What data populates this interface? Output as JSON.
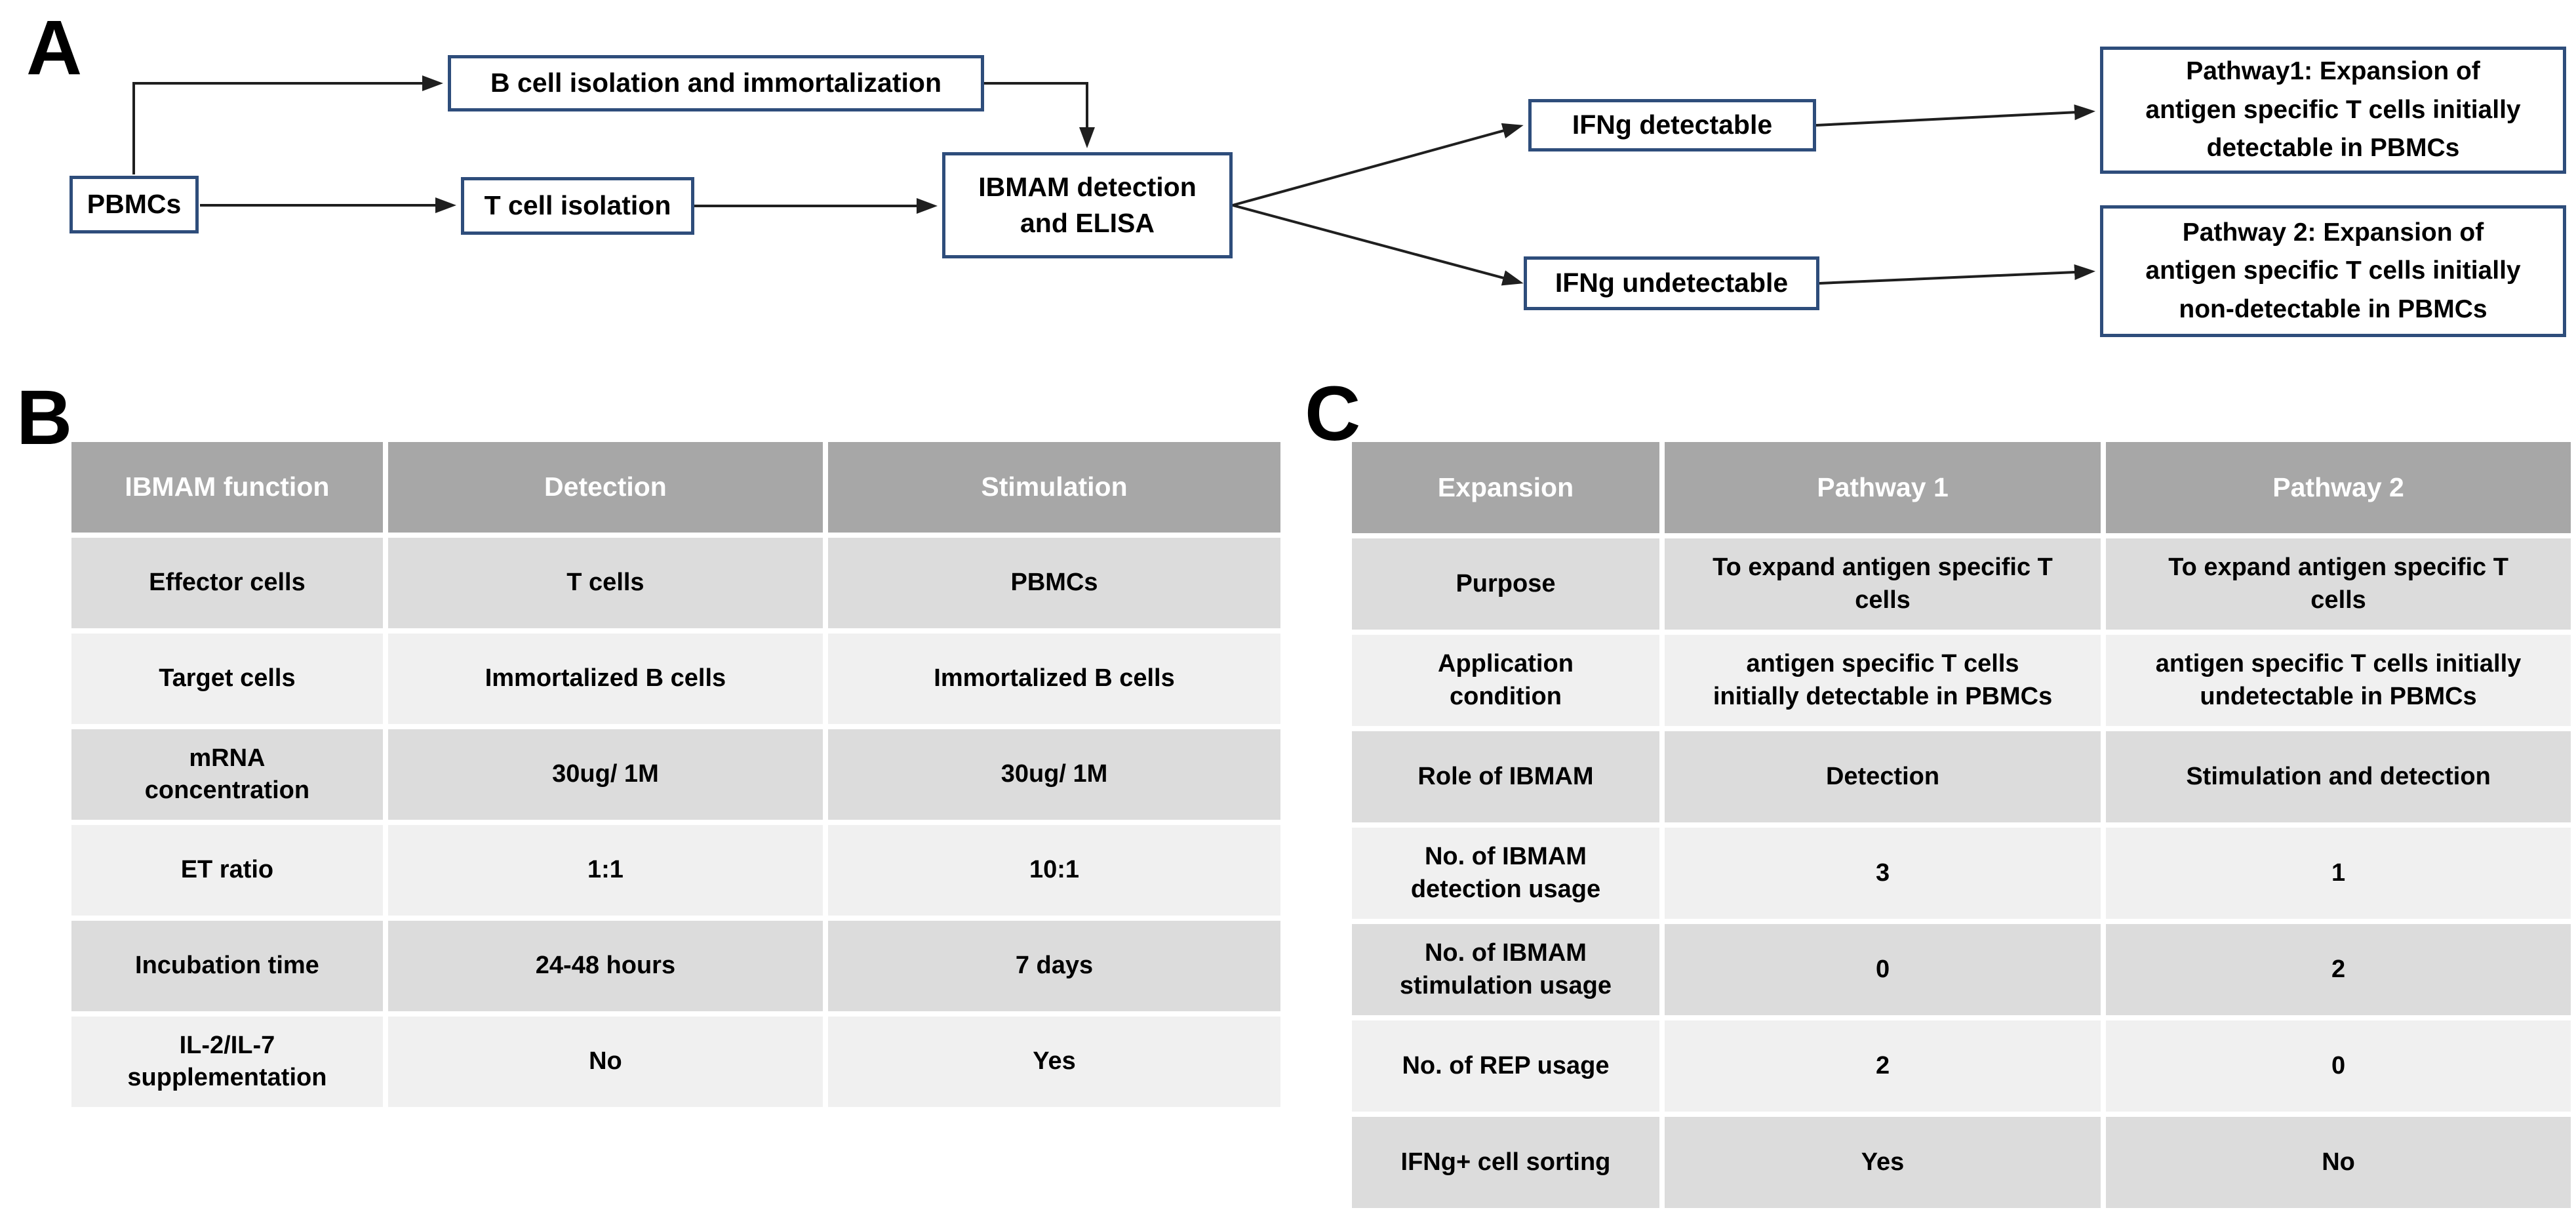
{
  "colors": {
    "header_bg": "#a7a7a7",
    "row_dark": "#dcdcdc",
    "row_light": "#f0f0f0",
    "box_border": "#2e4d7b",
    "arrow": "#1f1f1f"
  },
  "panel_a": {
    "label": "A",
    "nodes": {
      "pbmcs": "PBMCs",
      "b_cell": "B cell isolation and immortalization",
      "t_cell": "T cell isolation",
      "ibmam": "IBMAM detection\nand ELISA",
      "ifng_detectable": "IFNg detectable",
      "ifng_undetectable": "IFNg undetectable",
      "pathway1": "Pathway1: Expansion of\nantigen specific T cells initially\ndetectable in PBMCs",
      "pathway2": "Pathway 2: Expansion of\nantigen specific T cells initially\nnon-detectable in PBMCs"
    }
  },
  "panel_b": {
    "label": "B",
    "table": {
      "headers": [
        "IBMAM function",
        "Detection",
        "Stimulation"
      ],
      "rows": [
        [
          "Effector cells",
          "T cells",
          "PBMCs"
        ],
        [
          "Target cells",
          "Immortalized B cells",
          "Immortalized B cells"
        ],
        [
          "mRNA\nconcentration",
          "30ug/ 1M",
          "30ug/ 1M"
        ],
        [
          "ET ratio",
          "1:1",
          "10:1"
        ],
        [
          "Incubation time",
          "24-48 hours",
          "7 days"
        ],
        [
          "IL-2/IL-7\nsupplementation",
          "No",
          "Yes"
        ]
      ]
    }
  },
  "panel_c": {
    "label": "C",
    "table": {
      "headers": [
        "Expansion",
        "Pathway 1",
        "Pathway 2"
      ],
      "rows": [
        [
          "Purpose",
          "To expand antigen specific T\ncells",
          "To expand antigen specific T\ncells"
        ],
        [
          "Application\ncondition",
          "antigen specific T cells\ninitially detectable in PBMCs",
          "antigen specific T cells initially\nundetectable in PBMCs"
        ],
        [
          "Role of IBMAM",
          "Detection",
          "Stimulation and detection"
        ],
        [
          "No. of IBMAM\ndetection usage",
          "3",
          "1"
        ],
        [
          "No. of IBMAM\nstimulation usage",
          "0",
          "2"
        ],
        [
          "No. of REP usage",
          "2",
          "0"
        ],
        [
          "IFNg+ cell sorting",
          "Yes",
          "No"
        ]
      ]
    }
  }
}
